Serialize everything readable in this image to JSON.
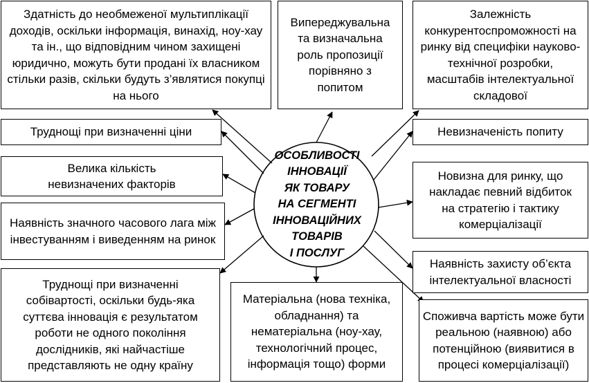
{
  "diagram": {
    "center": {
      "lines": [
        "ОСОБЛИВОСТІ",
        "ІННОВАЦІЇ",
        "ЯК ТОВАРУ",
        "НА СЕГМЕНТІ",
        "ІННОВАЦІЙНИХ",
        "ТОВАРІВ",
        "І ПОСЛУГ"
      ]
    },
    "boxes": {
      "multiplication": "Здатність до необмеженої мультиплікації доходів, оскільки інформація, винахід, ноу-хау та ін., що відповідним чином захищені юридично, можуть бути продані їх власником стільки разів, скільки будуть з’являтися покупці на нього",
      "proposal_role": "Випереджувальна та визначальна роль пропозиції порівняно з попитом",
      "competitiveness": "Залежність конкурентоспроможності на ринку від специфіки науково-технічної розробки, масштабів інтелектуальної складової",
      "pricing": "Труднощі при визначенні ціни",
      "demand_uncertainty": "Невизначеність попиту",
      "uncertain_factors": "Велика кількість невизначених факторів",
      "market_novelty": "Новизна для ринку, що накладає певний відбиток на стратегію і тактику комерціалізації",
      "time_lag": "Наявність значного часового лага між інвестуванням і виведенням на ринок",
      "ip_protection": "Наявність захисту об’єкта інтелектуальної власності",
      "cost_difficulty": "Труднощі при визначенні собівартості, оскільки будь-яка суттєва інновація є результатом роботи не одного покоління дослідників, які найчастіше представляють не одну країну",
      "material_forms": "Матеріальна (нова техніка, обладнання) та нематеріальна (ноу-хау, технологічний процес, інформація тощо) форми",
      "consumer_value": "Споживча вартість може бути реальною (наявною) або потенційною (виявитися в процесі комерціалізації)"
    },
    "line_color": "#000000",
    "background": "#ffffff"
  }
}
